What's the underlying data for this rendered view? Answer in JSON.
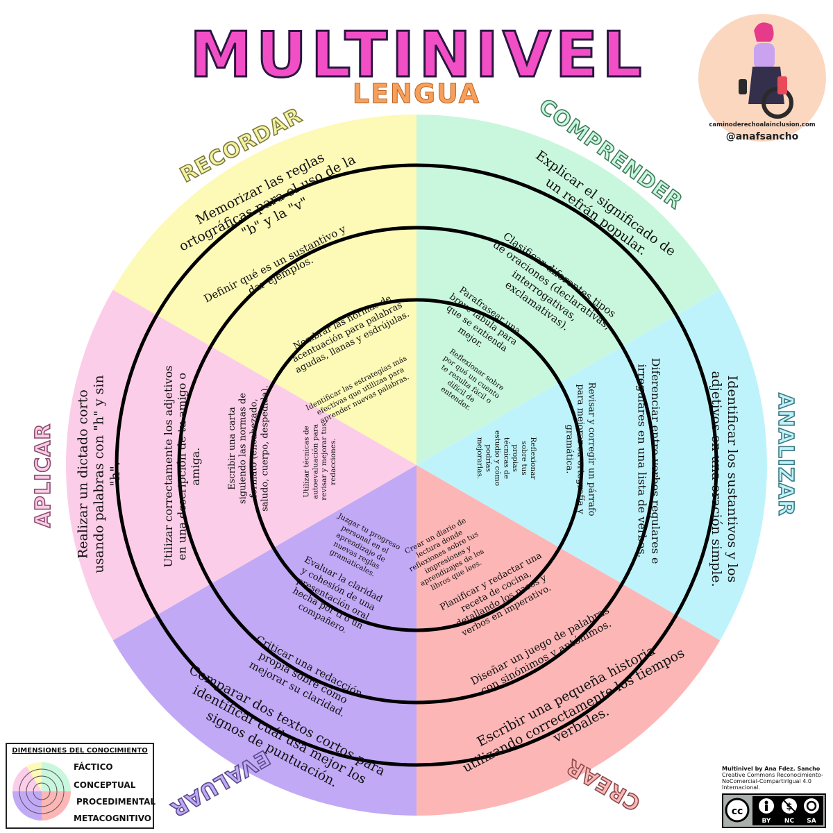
{
  "title": "MULTINIVEL",
  "subtitle": "LENGUA",
  "brand": {
    "website": "caminoderechoalainclusion.com",
    "handle": "@anafsancho"
  },
  "colors": {
    "recordar": "#fdf9b6",
    "comprender": "#c9f7dd",
    "analizar": "#bff3fb",
    "crear": "#fdb6b6",
    "evaluar": "#c1a9f6",
    "aplicar": "#fccde8",
    "title_pink": "#f24fc6",
    "title_orange": "#f7a05c"
  },
  "categories": [
    {
      "key": "recordar",
      "label": "RECORDAR"
    },
    {
      "key": "comprender",
      "label": "COMPRENDER"
    },
    {
      "key": "analizar",
      "label": "ANALIZAR"
    },
    {
      "key": "crear",
      "label": "CREAR"
    },
    {
      "key": "evaluar",
      "label": "EVALUAR"
    },
    {
      "key": "aplicar",
      "label": "APLICAR"
    }
  ],
  "cells": {
    "recordar": [
      "Memorizar las reglas ortográficas para el uso de la \"b\" y la \"v\"",
      "Definir qué es un sustantivo y dar ejemplos.",
      "Nombrar las normas de acentuación para palabras agudas, llanas y esdrújulas.",
      "Identificar las estrategias más efectivas que utilizas para aprender nuevas palabras."
    ],
    "comprender": [
      "Explicar el significado de un refrán popular.",
      "Clasificar diferentes tipos de oraciones (declarativas, interrogativas, exclamativas).",
      "Parafrasear una breve fábula para que se entienda mejor.",
      "Reflexionar sobre por qué un cuento te resulta fácil o difícil de entender."
    ],
    "analizar": [
      "Identificar los sustantivos y los adjetivos en una oración simple.",
      "Diferenciar entre verbos regulares e irregulares en una lista de verbos.",
      "Revisar y corregir un párrafo para mejorar su ortografía y gramática.",
      "Reflexionar sobre tus propias técnicas de estudio y cómo podrías mejorarlas."
    ],
    "crear": [
      "Escribir una pequeña historia utilizando correctamente los tiempos verbales.",
      "Diseñar un juego de palabras con sinónimos y antónimos.",
      "Planificar y redactar una receta de cocina, detallando los pasos y verbos en imperativo.",
      "Crear un diario de lectura donde reflexiones sobre tus impresiones y aprendizajes de los libros que lees."
    ],
    "evaluar": [
      "Comparar dos textos cortos para identificar cuál usa mejor los signos de puntuación.",
      "Criticar una redacción propia sobre cómo mejorar su claridad.",
      "Evaluar la claridad y cohesión de una presentación oral hecha por ti o un compañero.",
      "Juzgar tu progreso personal en el aprendizaje de nuevas reglas gramaticales."
    ],
    "aplicar": [
      "Realizar un dictado corto usando palabras con \"h\" y sin \"h\".",
      "Utilizar correctamente los adjetivos en una descripción de tu amigo o amiga.",
      "Escribir una carta siguiendo las normas de formato (encabezado, saludo, cuerpo, despedida).",
      "Utilizar técnicas de autoevaluación para revisar y mejorar tus redacciones."
    ]
  },
  "legend": {
    "title": "DIMENSIONES DEL CONOCIMIENTO",
    "items": [
      "FÁCTICO",
      "CONCEPTUAL",
      "PROCEDIMENTAL",
      "METACOGNITIVO"
    ]
  },
  "license": {
    "line1": "Multinivel by Ana Fdez. Sancho",
    "line2": "Creative Commons Reconocimiento-NoComercial-CompartirIgual 4.0 Internacional.",
    "badges": [
      "BY",
      "NC",
      "SA"
    ]
  }
}
